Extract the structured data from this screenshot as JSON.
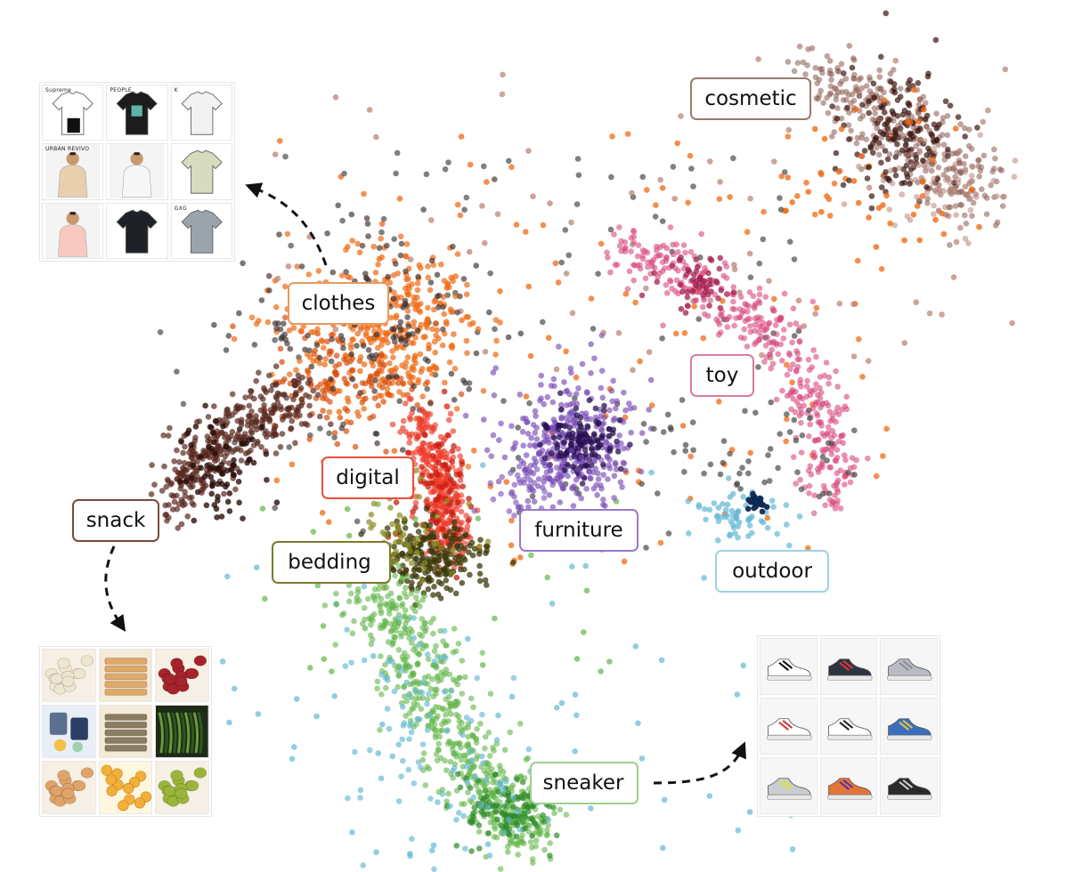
{
  "categories": [
    {
      "key": "cosmetic",
      "label": "cosmetic",
      "color": "#5b2a23"
    },
    {
      "key": "clothes",
      "label": "clothes",
      "color": "#f06a12"
    },
    {
      "key": "toy",
      "label": "toy",
      "color": "#d9487f"
    },
    {
      "key": "digital",
      "label": "digital",
      "color": "#ee3b2a"
    },
    {
      "key": "snack",
      "label": "snack",
      "color": "#6b3a2e"
    },
    {
      "key": "furniture",
      "label": "furniture",
      "color": "#7a4db5"
    },
    {
      "key": "bedding",
      "label": "bedding",
      "color": "#6e6a1e"
    },
    {
      "key": "outdoor",
      "label": "outdoor",
      "color": "#62b8d4"
    },
    {
      "key": "sneaker",
      "label": "sneaker",
      "color": "#63b54a"
    }
  ],
  "panels": {
    "clothes": {
      "thumbnails": [
        {
          "icon": "tshirt-shorts-icon",
          "color": "#ffffff",
          "text": "Supreme"
        },
        {
          "icon": "tshirt-icon",
          "color": "#1c1c1c",
          "text": "PEOPLE"
        },
        {
          "icon": "tshirt-icon",
          "color": "#f2f2f2",
          "text": "K"
        },
        {
          "icon": "model-shirt-icon",
          "color": "#e8cfae",
          "text": "URBAN REVIVO"
        },
        {
          "icon": "model-shirt-icon",
          "color": "#f6f6f6",
          "text": ""
        },
        {
          "icon": "tshirt-icon",
          "color": "#d7dcbf",
          "text": ""
        },
        {
          "icon": "model-shirt-icon",
          "color": "#f7c9c0",
          "text": ""
        },
        {
          "icon": "tshirt-icon",
          "color": "#1e2226",
          "text": ""
        },
        {
          "icon": "tshirt-icon",
          "color": "#9aa4ad",
          "text": "GXG"
        }
      ]
    },
    "snack": {
      "thumbnails": [
        {
          "icon": "nuts-icon",
          "color": "#efe6d2",
          "text": ""
        },
        {
          "icon": "crackers-icon",
          "color": "#e2a966",
          "text": ""
        },
        {
          "icon": "dates-icon",
          "color": "#a5232a",
          "text": ""
        },
        {
          "icon": "snack-pack-icon",
          "color": "#5b6f8f",
          "text": ""
        },
        {
          "icon": "wafer-icon",
          "color": "#8a7d62",
          "text": ""
        },
        {
          "icon": "greens-icon",
          "color": "#3f5a2c",
          "text": ""
        },
        {
          "icon": "balls-icon",
          "color": "#e0a369",
          "text": ""
        },
        {
          "icon": "chips-icon",
          "color": "#f0b03a",
          "text": ""
        },
        {
          "icon": "peas-icon",
          "color": "#9bb53a",
          "text": ""
        }
      ]
    },
    "sneaker": {
      "thumbnails": [
        {
          "icon": "sneaker-icon",
          "color": "#ffffff",
          "accent": "#111111"
        },
        {
          "icon": "sneaker-icon",
          "color": "#2c3440",
          "accent": "#e0373f"
        },
        {
          "icon": "sneaker-icon",
          "color": "#b9bcc2",
          "accent": "#8c9096"
        },
        {
          "icon": "sneaker-icon",
          "color": "#ffffff",
          "accent": "#d33a3a"
        },
        {
          "icon": "sneaker-icon",
          "color": "#ffffff",
          "accent": "#222222"
        },
        {
          "icon": "sneaker-icon",
          "color": "#3a6fc0",
          "accent": "#f0c23a"
        },
        {
          "icon": "sneaker-icon",
          "color": "#c9ccd0",
          "accent": "#e0e040"
        },
        {
          "icon": "sneaker-icon",
          "color": "#e2753a",
          "accent": "#5a2fa0"
        },
        {
          "icon": "sneaker-icon",
          "color": "#2a2a2a",
          "accent": "#cccccc"
        }
      ]
    }
  }
}
